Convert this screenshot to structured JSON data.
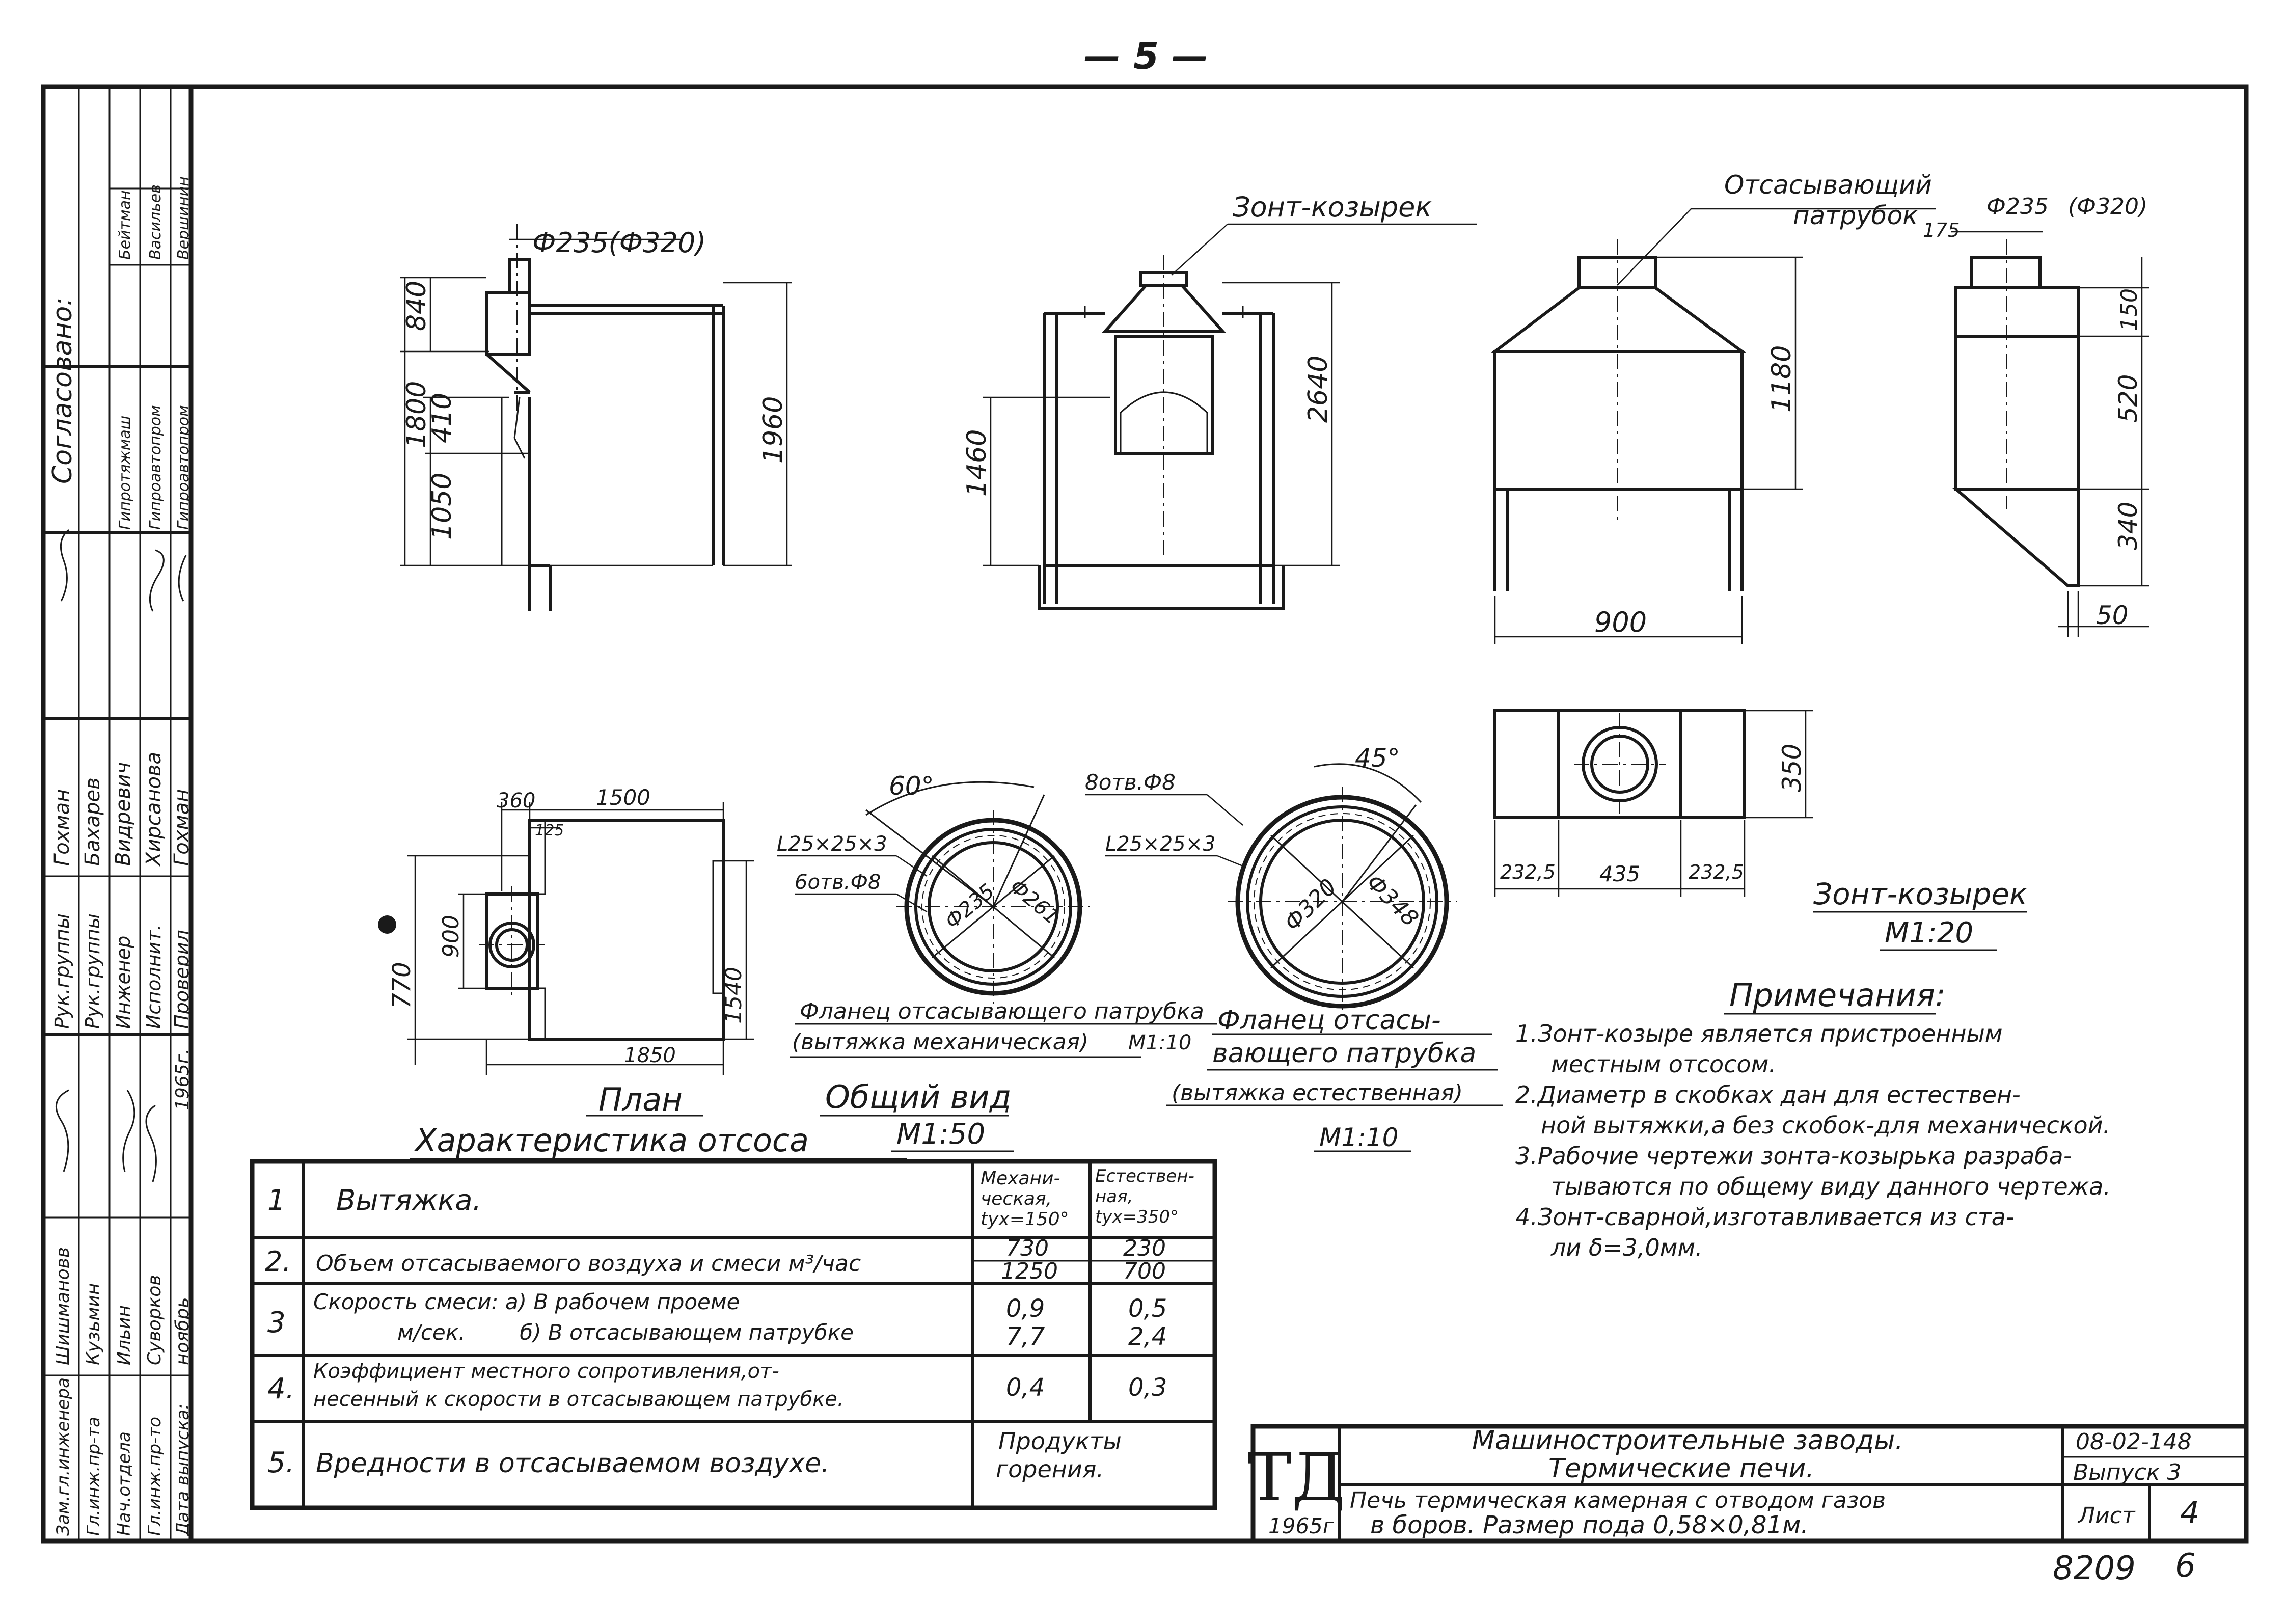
{
  "page_number": "— 5 —",
  "views": {
    "side_view": {
      "label_fi": "Ф235(Ф320)",
      "dims": [
        "840",
        "1800",
        "410",
        "1050",
        "1960"
      ]
    },
    "front_view": {
      "title": "Зонт-козырек",
      "dims": [
        "1460",
        "2640"
      ]
    },
    "hood_front": {
      "title_line1": "Отсасывающий",
      "title_line2": "патрубок",
      "dims": [
        "1180",
        "900"
      ]
    },
    "hood_side": {
      "label_fi1": "Ф235",
      "label_fi2": "(Ф320)",
      "dims": [
        "175",
        "150",
        "520",
        "340",
        "50"
      ]
    },
    "hood_plan": {
      "dims": [
        "350",
        "232,5",
        "435",
        "232,5"
      ]
    },
    "hood_caption": {
      "title": "Зонт-козырек",
      "scale": "М1:20"
    },
    "plan_view": {
      "dims": [
        "360",
        "1500",
        "125",
        "900",
        "770",
        "1540",
        "1850"
      ],
      "caption": "План"
    },
    "general_caption": {
      "title": "Общий вид",
      "scale": "М1:50"
    },
    "flange_mech": {
      "angle": "60°",
      "angle_label": "L25×25×3",
      "holes": "6отв.Ф8",
      "d1": "Ф235",
      "d2": "Ф261",
      "caption_line1": "Фланец отсасывающего патрубка",
      "caption_line2": "(вытяжка механическая)",
      "scale": "М1:10"
    },
    "flange_nat": {
      "angle": "45°",
      "holes": "8отв.Ф8",
      "angle_label": "L25×25×3",
      "d1": "Ф320",
      "d2": "Ф348",
      "caption_line1": "Фланец отсасы-",
      "caption_line2": "вающего патрубка",
      "caption_line3": "(вытяжка естественная)",
      "scale": "М1:10"
    }
  },
  "notes": {
    "title": "Примечания:",
    "lines": [
      "1.Зонт-козыре является пристроенным",
      "местным отсосом.",
      "2.Диаметр в скобках дан для естествен-",
      "ной вытяжки,а без скобок-для механической.",
      "3.Рабочие чертежи зонта-козырька разраба-",
      "тываются по общему виду данного чертежа.",
      "4.Зонт-сварной,изготавливается из ста-",
      "ли δ=3,0мм."
    ]
  },
  "characteristics": {
    "title": "Характеристика отсоса",
    "rows": [
      {
        "num": "1",
        "label_lines": [
          "Вытяжка."
        ],
        "col1": [
          "Механи-",
          "ческая,",
          "tух=150°"
        ],
        "col2": [
          "Естествен-",
          "ная,",
          "tух=350°"
        ]
      },
      {
        "num": "2.",
        "label_lines": [
          "Объем отсасываемого воздуха и смеси м³/час"
        ],
        "col1": [
          "730",
          "1250"
        ],
        "col2": [
          "230",
          "700"
        ]
      },
      {
        "num": "3",
        "label_lines": [
          "Скорость смеси: а) В рабочем проеме",
          "м/сек.        б) В отсасывающем патрубке"
        ],
        "col1": [
          "0,9",
          "7,7"
        ],
        "col2": [
          "0,5",
          "2,4"
        ]
      },
      {
        "num": "4.",
        "label_lines": [
          "Коэффициент местного сопротивления,от-",
          "несенный к скорости в отсасывающем патрубке."
        ],
        "col1": [
          "0,4"
        ],
        "col2": [
          "0,3"
        ]
      },
      {
        "num": "5.",
        "label_lines": [
          "Вредности в отсасываемом воздухе."
        ],
        "col1": [
          "Продукты",
          "горения."
        ],
        "col2": []
      }
    ]
  },
  "title_block": {
    "logo": "ТД",
    "year": "1965г",
    "line1": "Машиностроительные заводы.",
    "line2": "Термические печи.",
    "line3": "Печь термическая камерная с отводом газов",
    "line4": "в боров. Размер пода 0,58×0,81м.",
    "code": "08-02-148",
    "issue": "Выпуск 3",
    "sheet_label": "Лист",
    "sheet_num": "4",
    "archive": "8209",
    "archive2": "6"
  },
  "side_stamp": {
    "agreed": "Согласовано:",
    "roles": [
      "Рук.группы",
      "Рук.группы",
      "Инженер",
      "Исполнит.",
      "Проверил"
    ],
    "names": [
      "Гохман",
      "Бахарев",
      "Видревич",
      "Хирсанова",
      "Гохман"
    ],
    "admin_roles": [
      "Зам.гл.инженера",
      "Гл.инж.пр-та",
      "Нач.отдела",
      "Гл.инж.пр-то",
      "Дата выпуска:"
    ],
    "admin_names": [
      "Шишмановв",
      "Кузьмин",
      "Ильин",
      "Суворков",
      "ноябрь"
    ],
    "admin_year": "1965г.",
    "org": [
      "Гипротяжмаш",
      "Гипроавтопром",
      "Гипроавтопром"
    ],
    "org_names": [
      "Бейтман",
      "Васильев",
      "Вершинин"
    ]
  }
}
